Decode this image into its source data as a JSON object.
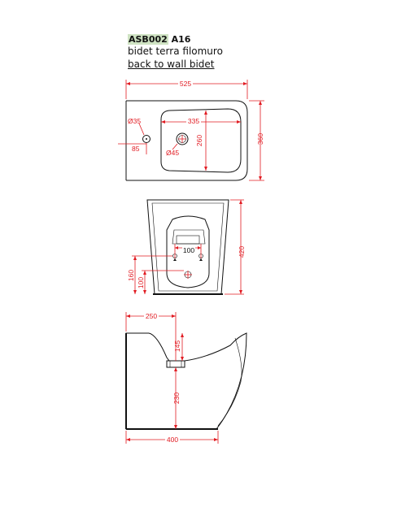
{
  "header": {
    "model": "ASB002",
    "variant": "A16",
    "name_it": "bidet terra filomuro",
    "name_en": "back to wall bidet"
  },
  "top_view": {
    "width": "525",
    "depth": "360",
    "bowl_width": "335",
    "bowl_depth": "260",
    "tap_hole": "Ø35",
    "tap_offset": "85",
    "drain": "Ø45"
  },
  "back_view": {
    "height": "420",
    "inlet_spacing": "100",
    "inlet_height": "160",
    "outlet_height": "100"
  },
  "side_view": {
    "drain_setback": "250",
    "depth": "400",
    "drain_above": "145",
    "drain_height": "230"
  }
}
